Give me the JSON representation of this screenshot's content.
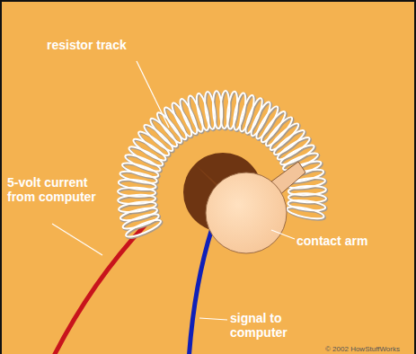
{
  "diagram": {
    "labels": [
      "resistor track",
      "5-volt current from computer",
      "contact arm",
      "signal to computer",
      "© 2002 HowStuffWorks"
    ]
  }
}
